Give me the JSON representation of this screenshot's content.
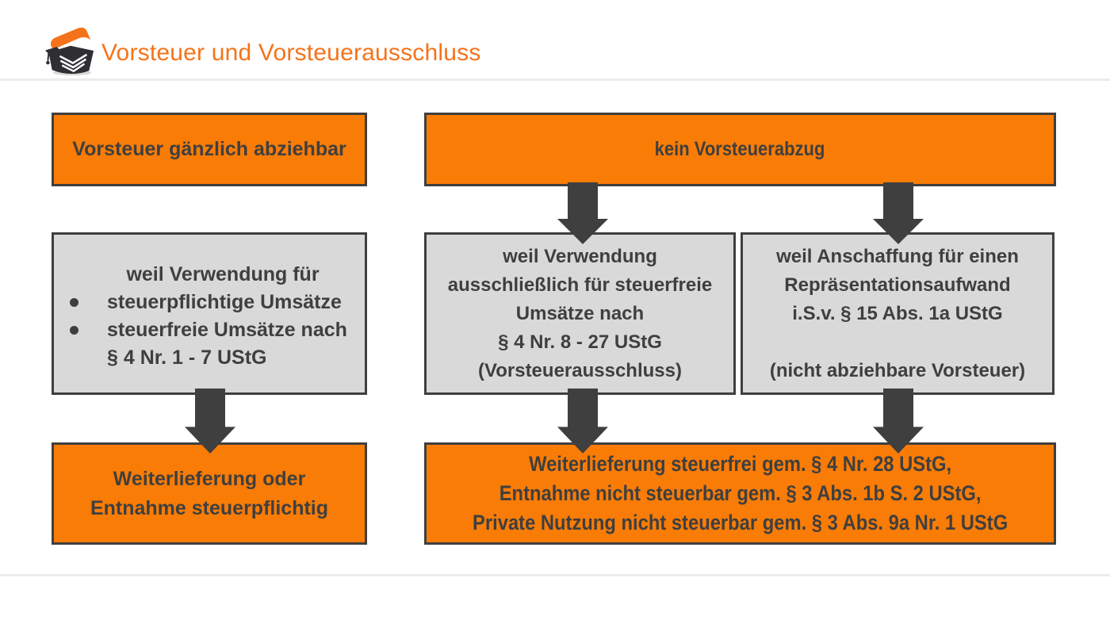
{
  "colors": {
    "accent_orange": "#F97C06",
    "title_orange": "#F5731A",
    "box_gray": "#D9D9D9",
    "border_dark": "#3F3F3F",
    "text_dark": "#3F3F3F",
    "divider_gray": "#ECECEC",
    "arrow_gray": "#3F3F3F"
  },
  "header": {
    "title": "Vorsteuer und Vorsteuerausschluss",
    "logo_icon": "graduation-cap-book-logo"
  },
  "diagram": {
    "left_branch": {
      "top_box": "Vorsteuer gänzlich abziehbar",
      "reason_box": {
        "intro": "weil Verwendung für",
        "bullets": [
          "steuerpflichtige Umsätze",
          "steuerfreie Umsätze nach\n§ 4 Nr. 1 - 7 UStG"
        ]
      },
      "result_box": "Weiterlieferung oder\nEntnahme steuerpflichtig"
    },
    "right_branch": {
      "top_box": "kein Vorsteuerabzug",
      "reason_box_left": "weil Verwendung\nausschließlich für steuerfreie\nUmsätze nach\n§ 4 Nr. 8 - 27 UStG\n(Vorsteuerausschluss)",
      "reason_box_right": "weil Anschaffung für einen\nRepräsentationsaufwand\ni.S.v. § 15 Abs. 1a UStG\n\n(nicht abziehbare Vorsteuer)",
      "result_box": "Weiterlieferung steuerfrei gem. § 4 Nr. 28 UStG,\nEntnahme nicht steuerbar gem. § 3 Abs. 1b S. 2 UStG,\nPrivate Nutzung nicht steuerbar gem. § 3 Abs. 9a Nr. 1 UStG"
    }
  }
}
